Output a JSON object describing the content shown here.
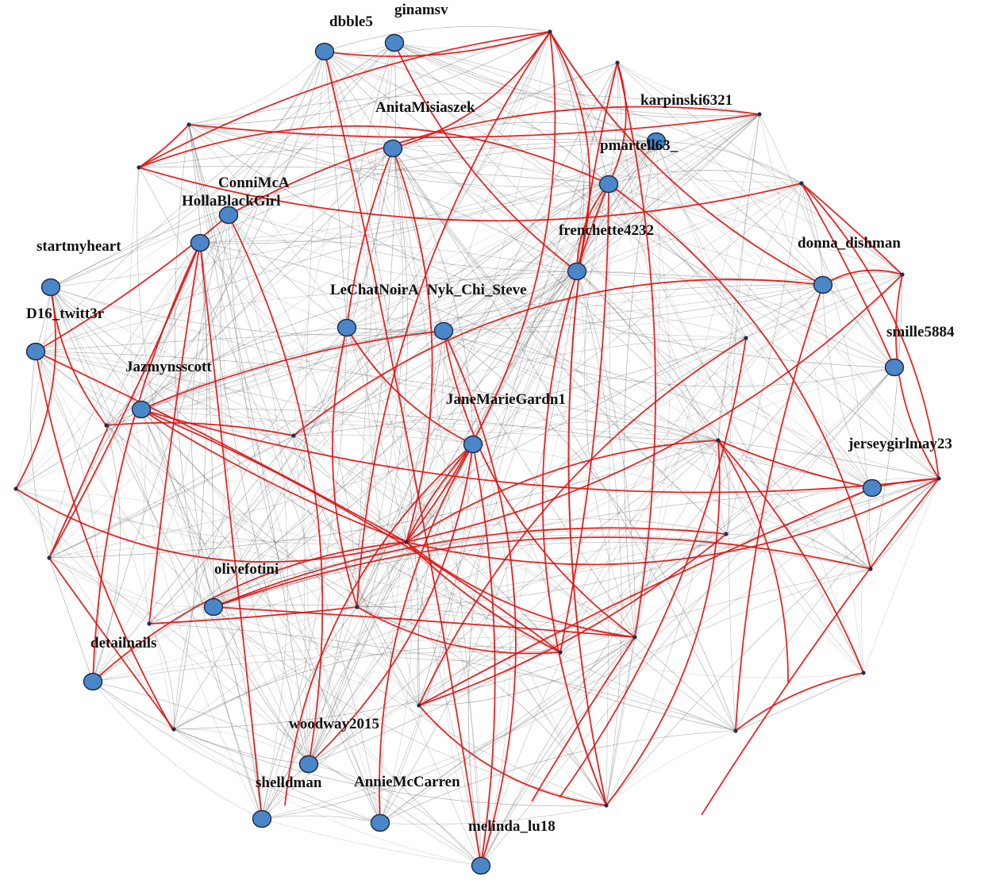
{
  "graph": {
    "node_color": "#4a86c8",
    "node_stroke": "#1a2a44",
    "red_edge_color": "#e01010",
    "gray_edge_color": "#6a6a6a",
    "labeled_nodes": [
      {
        "id": "dbble5",
        "label": "dbble5"
      },
      {
        "id": "ginamsv",
        "label": "ginamsv"
      },
      {
        "id": "anitamisiaszek",
        "label": "AnitaMisiaszek"
      },
      {
        "id": "karpinski6321",
        "label": "karpinski6321"
      },
      {
        "id": "pmartell63",
        "label": "pmartell63_"
      },
      {
        "id": "connimca",
        "label": "ConniMcA"
      },
      {
        "id": "hollablackgirl",
        "label": "HollaBlackGirl"
      },
      {
        "id": "frenchette4232",
        "label": "frenchette4232"
      },
      {
        "id": "startmyheart",
        "label": "startmyheart"
      },
      {
        "id": "donna_dishman",
        "label": "donna_dishman"
      },
      {
        "id": "lechatnoir",
        "label": "LeChatNoirA"
      },
      {
        "id": "nyk_chi_steve",
        "label": "Nyk_Chi_Steve"
      },
      {
        "id": "d16_twitt3r",
        "label": "D16_twitt3r"
      },
      {
        "id": "smille5884",
        "label": "smille5884"
      },
      {
        "id": "jazmynsscott",
        "label": "Jazmynsscott"
      },
      {
        "id": "janemariegardn1",
        "label": "JaneMarieGardn1"
      },
      {
        "id": "jerseygirlmay23",
        "label": "jerseygirlmay23"
      },
      {
        "id": "olivefotini",
        "label": "olivefotini"
      },
      {
        "id": "detailnails",
        "label": "detailnails"
      },
      {
        "id": "woodway2015",
        "label": "woodway2015"
      },
      {
        "id": "shelldman",
        "label": "shelldman"
      },
      {
        "id": "anniemccarren",
        "label": "AnnieMcCarren"
      },
      {
        "id": "melinda_lu18",
        "label": "melinda_lu18"
      }
    ]
  }
}
